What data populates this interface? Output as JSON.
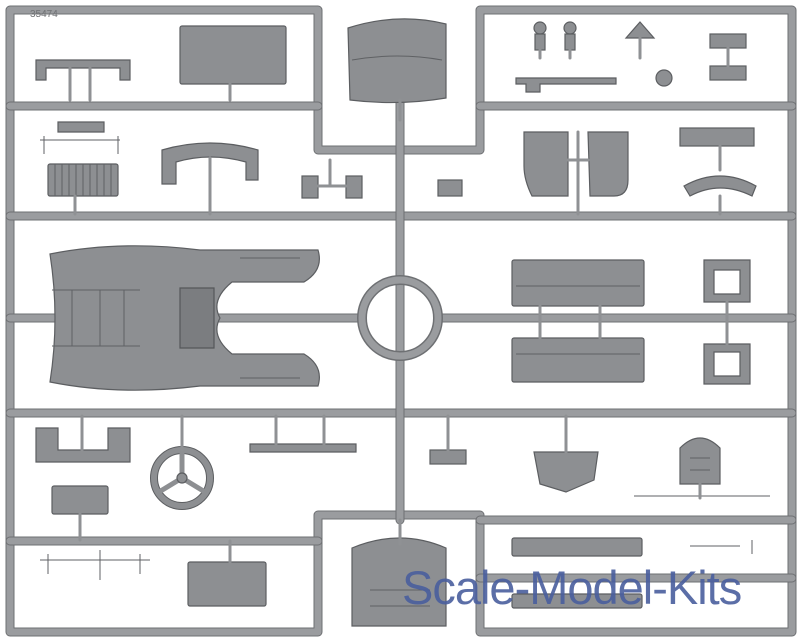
{
  "image": {
    "subject": "plastic model kit sprue with grey parts",
    "colors": {
      "background": "#ffffff",
      "plastic": "#8d8f92",
      "runner": "#9a9c9f",
      "watermark": "#4a5f9e"
    }
  },
  "watermark": {
    "text": "Scale-Model-Kits"
  },
  "sprue_code": {
    "text": "35474"
  }
}
